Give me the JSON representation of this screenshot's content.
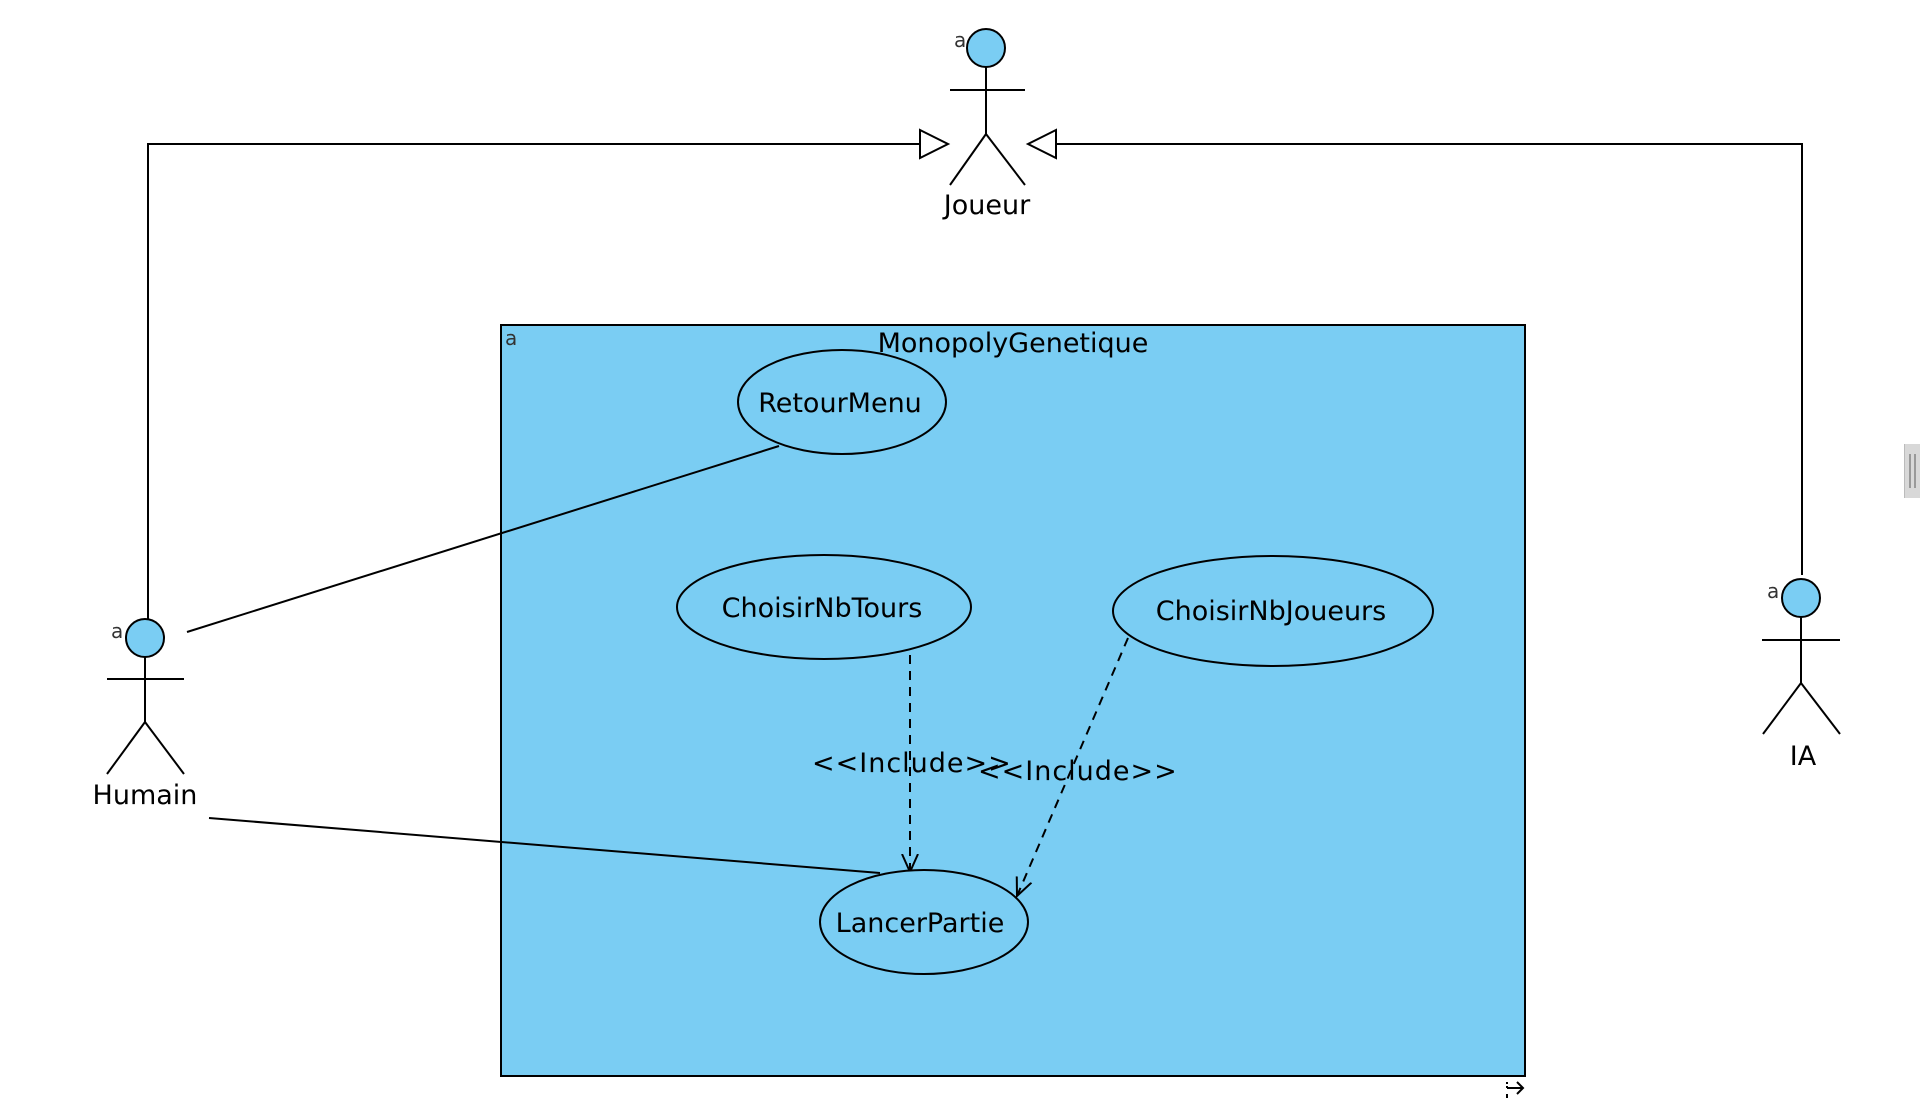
{
  "system": {
    "title": "MonopolyGenetique",
    "badge": "a"
  },
  "actors": {
    "joueur": {
      "label": "Joueur",
      "badge": "a"
    },
    "humain": {
      "label": "Humain",
      "badge": "a"
    },
    "ia": {
      "label": "IA",
      "badge": "a"
    }
  },
  "use_cases": {
    "retour_menu": "RetourMenu",
    "choisir_nb_tours": "ChoisirNbTours",
    "choisir_nb_joueurs": "ChoisirNbJoueurs",
    "lancer_partie": "LancerPartie"
  },
  "relations": {
    "include_1": "<<Include>>",
    "include_2": "<<Include>>"
  },
  "colors": {
    "fill": "#7acdf3",
    "stroke": "#000000"
  }
}
